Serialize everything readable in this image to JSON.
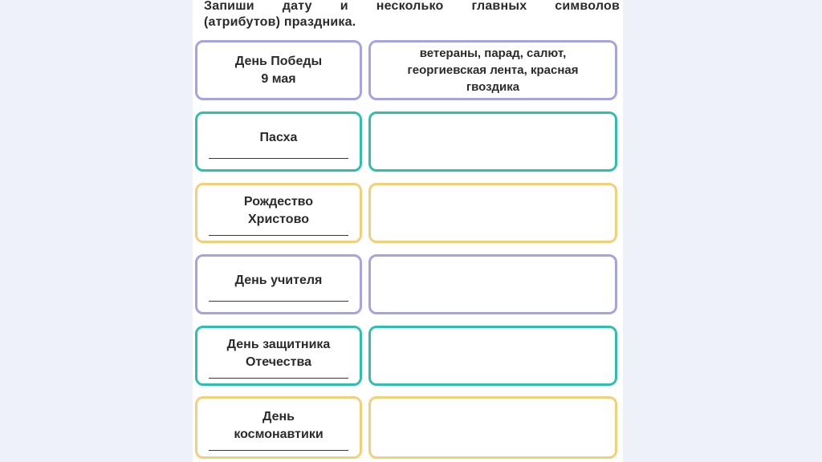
{
  "instruction": {
    "line1": "Запиши дату и несколько главных символов",
    "line2": "(атрибутов) праздника."
  },
  "rows": [
    {
      "holiday": "День Победы\n9 мая",
      "has_blank": false,
      "symbols": "ветераны, парад, салют,\nгеоргиевская лента, красная\nгвоздика",
      "left_color": "#a6a3e2",
      "right_color": "#a6a3e2"
    },
    {
      "holiday": "Пасха",
      "has_blank": true,
      "symbols": "",
      "left_color": "#2ebfae",
      "right_color": "#2ebfae"
    },
    {
      "holiday": "Рождество\nХристово",
      "has_blank": true,
      "symbols": "",
      "left_color": "#f4cf78",
      "right_color": "#f4cf78"
    },
    {
      "holiday": "День учителя",
      "has_blank": true,
      "symbols": "",
      "left_color": "#a6a3e2",
      "right_color": "#a6a3e2"
    },
    {
      "holiday": "День защитника\nОтечества",
      "has_blank": true,
      "symbols": "",
      "left_color": "#2ebfae",
      "right_color": "#2ebfae"
    },
    {
      "holiday": "День\nкосмонавтики",
      "has_blank": true,
      "symbols": "",
      "left_color": "#f4cf78",
      "right_color": "#f4cf78"
    }
  ]
}
